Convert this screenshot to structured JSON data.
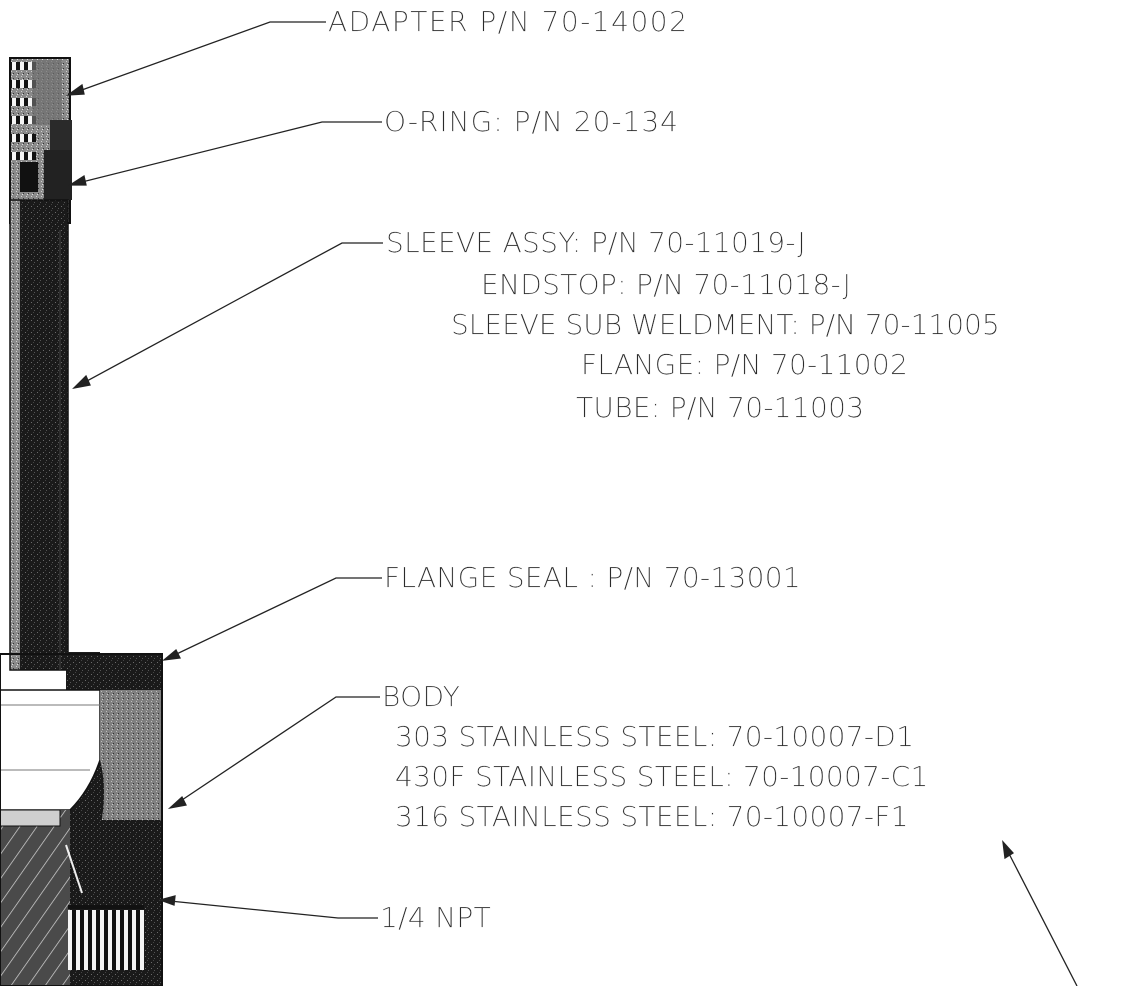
{
  "callouts": {
    "adapter": "ADAPTER P/N 70-14002",
    "oring": "O-RING: P/N 20-134",
    "sleeve_assy": "SLEEVE ASSY: P/N 70-11019-J",
    "endstop": "ENDSTOP: P/N 70-11018-J",
    "sleeve_sub_weldment": "SLEEVE SUB WELDMENT: P/N 70-11005",
    "flange": "FLANGE:  P/N 70-11002",
    "tube": "TUBE: P/N 70-11003",
    "flange_seal": "FLANGE SEAL : P/N 70-13001",
    "body": "BODY",
    "body_303": "303 STAINLESS STEEL: 70-10007-D1",
    "body_430f": "430F STAINLESS STEEL: 70-10007-C1",
    "body_316": "316 STAINLESS STEEL: 70-10007-F1",
    "npt": "1/4 NPT"
  },
  "colors": {
    "ink": "#111111",
    "text": "#2a2a2a",
    "background": "#ffffff"
  }
}
